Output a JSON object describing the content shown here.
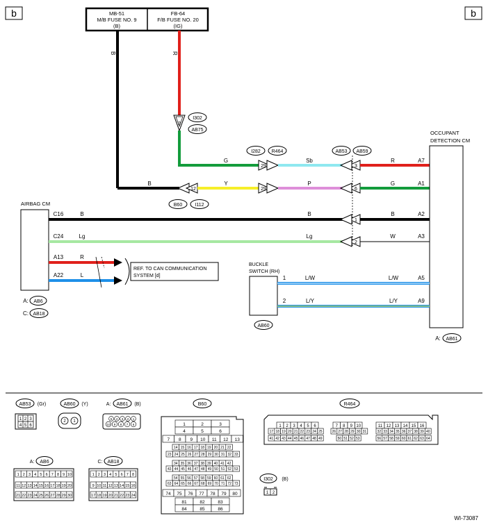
{
  "page_marks": {
    "left": "b",
    "right": "b",
    "ref": "WI-73087"
  },
  "fuses": [
    {
      "line1": "MB-51",
      "line2": "M/B FUSE NO. 9",
      "line3": "(B)"
    },
    {
      "line1": "FB-64",
      "line2": "F/B FUSE NO. 20",
      "line3": "(IG)"
    }
  ],
  "components": {
    "airbag": {
      "name": "AIRBAG CM",
      "conn_a": "AB6",
      "conn_c": "AB18",
      "prefix_a": "A:",
      "prefix_c": "C:"
    },
    "occupant": {
      "name1": "OCCUPANT",
      "name2": "DETECTION CM",
      "conn": "AB61",
      "prefix": "A:"
    },
    "buckle": {
      "name1": "BUCKLE",
      "name2": "SWITCH (RH)",
      "conn": "AB60"
    },
    "can_ref": {
      "line1": "REF. TO CAN COMMUNICATION",
      "line2": "SYSTEM  [d]"
    }
  },
  "connector_tags": {
    "i302": "I302",
    "ab75": "AB75",
    "i282": "I282",
    "r464": "R464",
    "ab53": "AB53",
    "ab59": "AB59",
    "b60": "B60",
    "i112": "I112"
  },
  "wire_colors": {
    "B": "#000000",
    "R": "#e0201b",
    "G": "#139c3c",
    "Sb": "#8fe8f0",
    "Y": "#f6ef2a",
    "P": "#de8fd9",
    "Lg": "#a6e8a2",
    "L": "#1e90e8",
    "W": "#ffffff",
    "L/W": "#1e90e8",
    "L/Y": "#1e90e8"
  },
  "labels": {
    "b_vert": "B",
    "r_vert": "R",
    "g1": "G",
    "sb": "Sb",
    "r1": "R",
    "a7": "A7",
    "b1": "B",
    "y1": "Y",
    "p1": "P",
    "g2": "G",
    "a1": "A1",
    "c16": "C16",
    "b2": "B",
    "b3": "B",
    "b4": "B",
    "a2": "A2",
    "c24": "C24",
    "lg1": "Lg",
    "lg2": "Lg",
    "w1": "W",
    "a3": "A3",
    "a13": "A13",
    "r2": "R",
    "a22": "A22",
    "l1": "L",
    "bs1": "1",
    "lw1": "L/W",
    "lw2": "L/W",
    "a5": "A5",
    "bs2": "2",
    "ly1": "L/Y",
    "ly2": "L/Y",
    "a9": "A9"
  },
  "pins": {
    "p2": "2",
    "p29a": "29",
    "p3": "3",
    "p12": "12",
    "p29b": "29",
    "p6": "6",
    "p1": "1",
    "p2b": "2"
  },
  "legend": {
    "ab53": {
      "tag": "AB53",
      "color": "(Gr)",
      "pins": [
        "1",
        "2",
        "3",
        "4",
        "5",
        "6"
      ]
    },
    "ab60": {
      "tag": "AB60",
      "color": "(Y)",
      "pins": [
        "2",
        "1"
      ]
    },
    "ab61": {
      "prefix": "A:",
      "tag": "AB61",
      "color": "(B)",
      "pins_top": [
        "5",
        "4",
        "3",
        "2",
        "1"
      ],
      "pins_bot": [
        "10",
        "9",
        "8",
        "7",
        "6"
      ]
    },
    "b60": {
      "tag": "B60",
      "rows": [
        [
          "1",
          "2",
          "3"
        ],
        [
          "4",
          "5",
          "6"
        ],
        [
          "7",
          "8",
          "9",
          "10",
          "11",
          "12",
          "13"
        ],
        [
          "14",
          "15",
          "16",
          "17",
          "18",
          "19",
          "20",
          "21",
          "22"
        ],
        [
          "23",
          "24",
          "25",
          "26",
          "27",
          "28",
          "29",
          "30",
          "31",
          "32",
          "33"
        ],
        [
          "34",
          "35",
          "36",
          "37",
          "38",
          "39",
          "40",
          "41",
          "42"
        ],
        [
          "43",
          "44",
          "45",
          "46",
          "47",
          "48",
          "49",
          "50",
          "51",
          "52",
          "53"
        ],
        [
          "54",
          "55",
          "56",
          "57",
          "58",
          "59",
          "60",
          "61",
          "62"
        ],
        [
          "63",
          "64",
          "65",
          "66",
          "67",
          "68",
          "69",
          "70",
          "71",
          "72",
          "73"
        ],
        [
          "74",
          "75",
          "76",
          "77",
          "78",
          "79",
          "80"
        ],
        [
          "81",
          "82",
          "83"
        ],
        [
          "84",
          "85",
          "86"
        ]
      ]
    },
    "r464": {
      "tag": "R464",
      "g1_top": [
        "1",
        "2",
        "3",
        "4",
        "5",
        "6"
      ],
      "g1_r2": [
        "17",
        "18",
        "19",
        "20",
        "21",
        "22",
        "23",
        "24",
        "25"
      ],
      "g1_r3": [
        "41",
        "42",
        "43",
        "44",
        "45",
        "46",
        "47",
        "48",
        "49"
      ],
      "g2_top": [
        "7",
        "8",
        "9",
        "10"
      ],
      "g2_r2": [
        "26",
        "27",
        "28",
        "29",
        "30",
        "31"
      ],
      "g2_r3": [
        "50",
        "51",
        "52",
        "53"
      ],
      "g3_top": [
        "11",
        "12",
        "13",
        "14",
        "15",
        "16"
      ],
      "g3_r2": [
        "32",
        "33",
        "34",
        "35",
        "36",
        "37",
        "38",
        "39",
        "40"
      ],
      "g3_r3": [
        "56",
        "57",
        "58",
        "59",
        "60",
        "61",
        "62",
        "63",
        "64"
      ]
    },
    "ab6": {
      "prefix": "A:",
      "tag": "AB6",
      "r1": [
        "1",
        "2",
        "3",
        "4",
        "5",
        "6",
        "7",
        "8",
        "9",
        "10"
      ],
      "r2": [
        "11",
        "12",
        "13",
        "14",
        "15",
        "16",
        "17",
        "18",
        "19",
        "20"
      ],
      "r3": [
        "21",
        "22",
        "23",
        "24",
        "25",
        "26",
        "27",
        "28",
        "29",
        "30"
      ]
    },
    "ab18": {
      "prefix": "C:",
      "tag": "AB18",
      "r1": [
        "1",
        "2",
        "3",
        "4",
        "5",
        "6",
        "7",
        "8"
      ],
      "r2": [
        "9",
        "10",
        "11",
        "12",
        "13",
        "14",
        "15",
        "16"
      ],
      "r3": [
        "17",
        "18",
        "19",
        "20",
        "21",
        "22",
        "23",
        "24"
      ]
    },
    "i302": {
      "tag": "I302",
      "color": "(B)",
      "pins": [
        "1",
        "2"
      ]
    }
  }
}
